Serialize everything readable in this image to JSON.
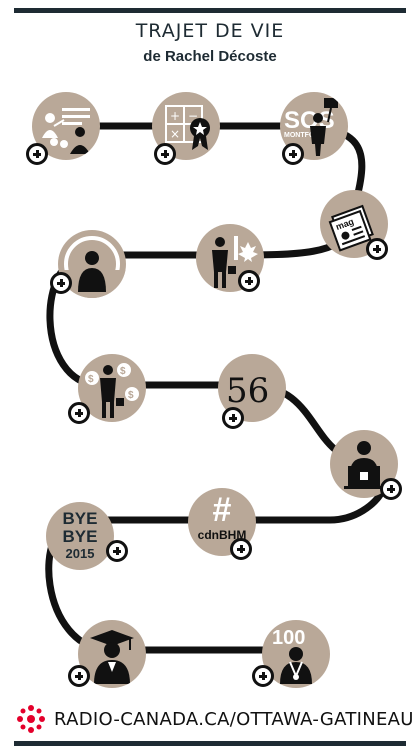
{
  "header": {
    "title": "TRAJET DE VIE",
    "subtitle": "de Rachel Décoste"
  },
  "milestones": [
    {
      "icon": "teaching-presentation-icon"
    },
    {
      "icon": "calculator-award-icon"
    },
    {
      "icon": "sos-protest-icon",
      "text": "SOS",
      "subtext": "MONTFORT"
    },
    {
      "icon": "magazine-icon",
      "text": "mag"
    },
    {
      "icon": "person-circle-icon"
    },
    {
      "icon": "businesswoman-maple-leaf-icon"
    },
    {
      "icon": "money-businesswoman-icon"
    },
    {
      "icon": "fifty-six-icon",
      "text": "56"
    },
    {
      "icon": "laptop-writer-icon"
    },
    {
      "icon": "bye-bye-2015-icon",
      "line1": "BYE",
      "line2": "BYE",
      "line3": "2015"
    },
    {
      "icon": "hashtag-icon",
      "text": "#",
      "subtext": "cdnBHM"
    },
    {
      "icon": "graduate-icon"
    },
    {
      "icon": "medal-100-icon",
      "text": "100"
    }
  ],
  "footer": {
    "text": "RADIO-CANADA.CA/OTTAWA-GATINEAU",
    "logo": "radio-canada-gem-icon",
    "brand_color": "#e4002b"
  },
  "colors": {
    "node": "#b9a898",
    "path": "#111111",
    "bars": "#1e2b33"
  }
}
